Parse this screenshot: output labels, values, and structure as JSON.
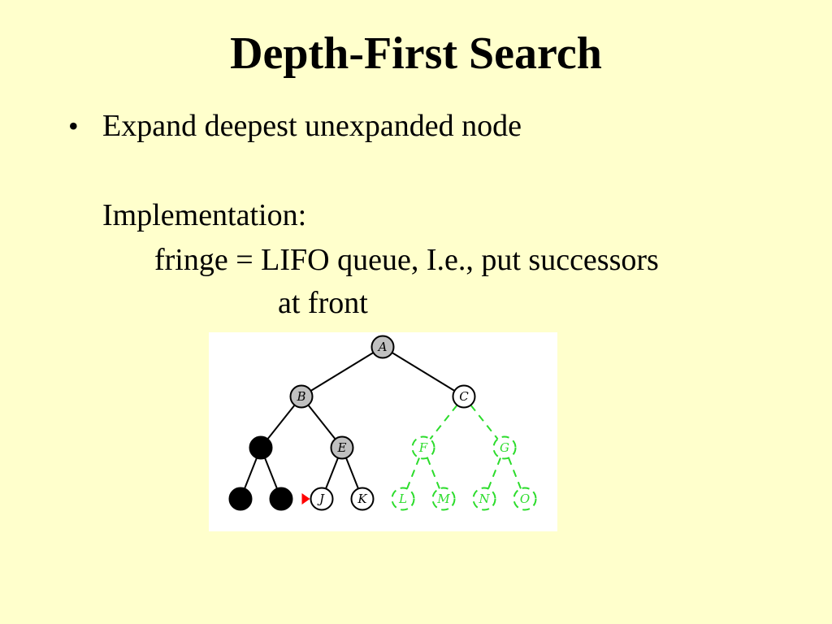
{
  "slide": {
    "title": "Depth-First Search",
    "bullet_symbol": "•",
    "bullet_text": "Expand deepest unexpanded node",
    "implementation_label": "Implementation:",
    "implementation_line1": "fringe = LIFO queue, I.e., put successors",
    "implementation_line2": "at front"
  },
  "colors": {
    "background": "#ffffcc",
    "expanded_fill": "#c0c0c0",
    "removed_fill": "#000000",
    "unvisited_stroke": "#2bdc2b",
    "current_marker": "#ff0000"
  },
  "tree": {
    "nodes": [
      {
        "id": "A",
        "label": "A",
        "state": "expanded"
      },
      {
        "id": "B",
        "label": "B",
        "state": "expanded"
      },
      {
        "id": "C",
        "label": "C",
        "state": "fringe"
      },
      {
        "id": "D",
        "label": "",
        "state": "removed"
      },
      {
        "id": "E",
        "label": "E",
        "state": "expanded"
      },
      {
        "id": "F",
        "label": "F",
        "state": "unvisited"
      },
      {
        "id": "G",
        "label": "G",
        "state": "unvisited"
      },
      {
        "id": "H",
        "label": "",
        "state": "removed"
      },
      {
        "id": "I",
        "label": "",
        "state": "removed"
      },
      {
        "id": "J",
        "label": "J",
        "state": "fringe-current"
      },
      {
        "id": "K",
        "label": "K",
        "state": "fringe"
      },
      {
        "id": "L",
        "label": "L",
        "state": "unvisited"
      },
      {
        "id": "M",
        "label": "M",
        "state": "unvisited"
      },
      {
        "id": "N",
        "label": "N",
        "state": "unvisited"
      },
      {
        "id": "O",
        "label": "O",
        "state": "unvisited"
      }
    ],
    "edges": [
      {
        "from": "A",
        "to": "B",
        "state": "solid"
      },
      {
        "from": "A",
        "to": "C",
        "state": "solid"
      },
      {
        "from": "B",
        "to": "D",
        "state": "solid"
      },
      {
        "from": "B",
        "to": "E",
        "state": "solid"
      },
      {
        "from": "C",
        "to": "F",
        "state": "unvisited"
      },
      {
        "from": "C",
        "to": "G",
        "state": "unvisited"
      },
      {
        "from": "D",
        "to": "H",
        "state": "solid"
      },
      {
        "from": "D",
        "to": "I",
        "state": "solid"
      },
      {
        "from": "E",
        "to": "J",
        "state": "solid"
      },
      {
        "from": "E",
        "to": "K",
        "state": "solid"
      },
      {
        "from": "F",
        "to": "L",
        "state": "unvisited"
      },
      {
        "from": "F",
        "to": "M",
        "state": "unvisited"
      },
      {
        "from": "G",
        "to": "N",
        "state": "unvisited"
      },
      {
        "from": "G",
        "to": "O",
        "state": "unvisited"
      }
    ]
  }
}
